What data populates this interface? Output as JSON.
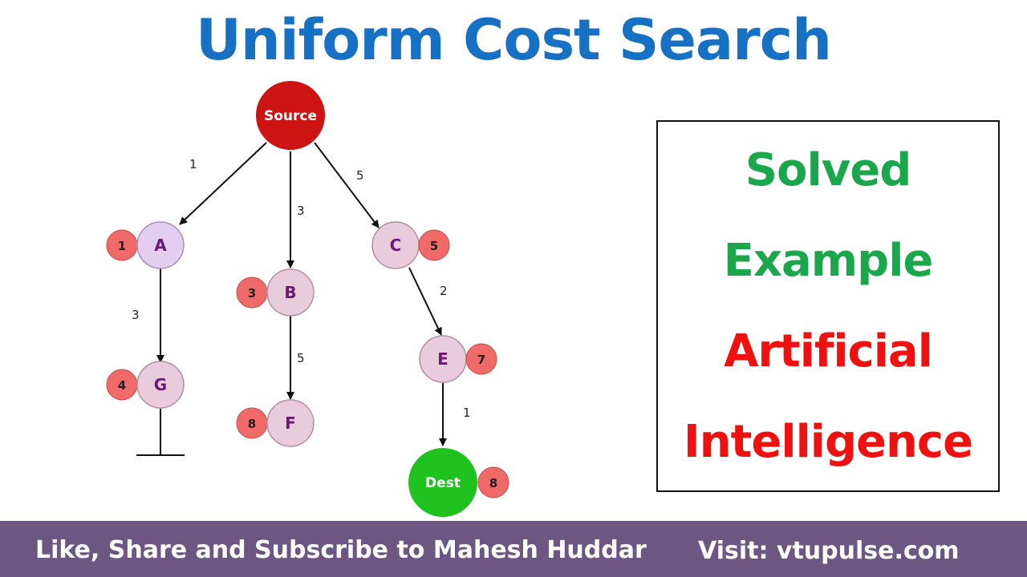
{
  "title": "Uniform Cost Search",
  "colors": {
    "title": "#1670c4",
    "source_node": "#cc1414",
    "dest_node": "#1fc21f",
    "regular_node_a": "#e3cdf0",
    "regular_node": "#e8ccdb",
    "badge": "#f06a6a",
    "green_text": "#1aa64a",
    "red_text": "#ef1010",
    "footer_bg": "#6d5682"
  },
  "diagram": {
    "nodes": [
      {
        "id": "source",
        "label": "Source",
        "kind": "source"
      },
      {
        "id": "A",
        "label": "A",
        "kind": "regular-a",
        "cost": "1"
      },
      {
        "id": "B",
        "label": "B",
        "kind": "regular",
        "cost": "3"
      },
      {
        "id": "C",
        "label": "C",
        "kind": "regular",
        "cost": "5"
      },
      {
        "id": "G",
        "label": "G",
        "kind": "regular",
        "cost": "4"
      },
      {
        "id": "F",
        "label": "F",
        "kind": "regular",
        "cost": "8"
      },
      {
        "id": "E",
        "label": "E",
        "kind": "regular",
        "cost": "7"
      },
      {
        "id": "dest",
        "label": "Dest",
        "kind": "dest",
        "cost": "8"
      }
    ],
    "edges": [
      {
        "from": "source",
        "to": "A",
        "weight": "1"
      },
      {
        "from": "source",
        "to": "B",
        "weight": "3"
      },
      {
        "from": "source",
        "to": "C",
        "weight": "5"
      },
      {
        "from": "A",
        "to": "G",
        "weight": "3"
      },
      {
        "from": "B",
        "to": "F",
        "weight": "5"
      },
      {
        "from": "C",
        "to": "E",
        "weight": "2"
      },
      {
        "from": "E",
        "to": "dest",
        "weight": "1"
      }
    ]
  },
  "info_box": {
    "line1": "Solved",
    "line2": "Example",
    "line3": "Artificial",
    "line4": "Intelligence"
  },
  "footer": {
    "left": "Like, Share and Subscribe to Mahesh Huddar",
    "right": "Visit: vtupulse.com"
  }
}
